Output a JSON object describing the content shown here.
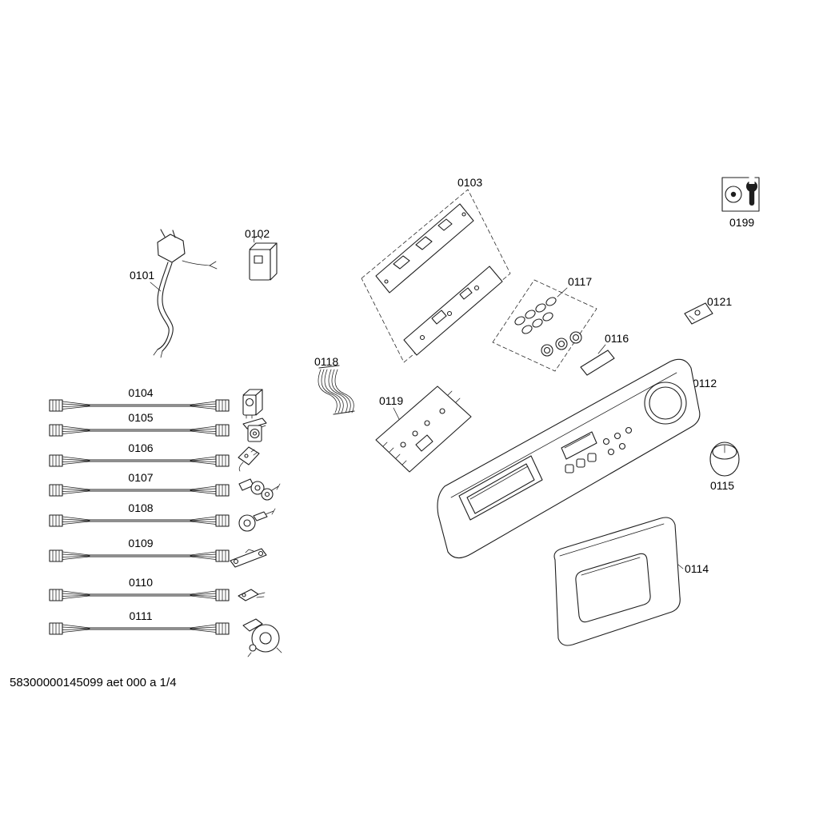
{
  "footer": {
    "text": "58300000145099 aet 000 a 1/4"
  },
  "icons": {
    "service_box": "wrench-icon"
  },
  "parts": {
    "p0101": {
      "label": "0101"
    },
    "p0102": {
      "label": "0102"
    },
    "p0103": {
      "label": "0103"
    },
    "p0104": {
      "label": "0104"
    },
    "p0105": {
      "label": "0105"
    },
    "p0106": {
      "label": "0106"
    },
    "p0107": {
      "label": "0107"
    },
    "p0108": {
      "label": "0108"
    },
    "p0109": {
      "label": "0109"
    },
    "p0110": {
      "label": "0110"
    },
    "p0111": {
      "label": "0111"
    },
    "p0112": {
      "label": "0112"
    },
    "p0114": {
      "label": "0114"
    },
    "p0115": {
      "label": "0115"
    },
    "p0116": {
      "label": "0116"
    },
    "p0117": {
      "label": "0117"
    },
    "p0118": {
      "label": "0118"
    },
    "p0119": {
      "label": "0119"
    },
    "p0121": {
      "label": "0121"
    },
    "p0199": {
      "label": "0199"
    }
  }
}
